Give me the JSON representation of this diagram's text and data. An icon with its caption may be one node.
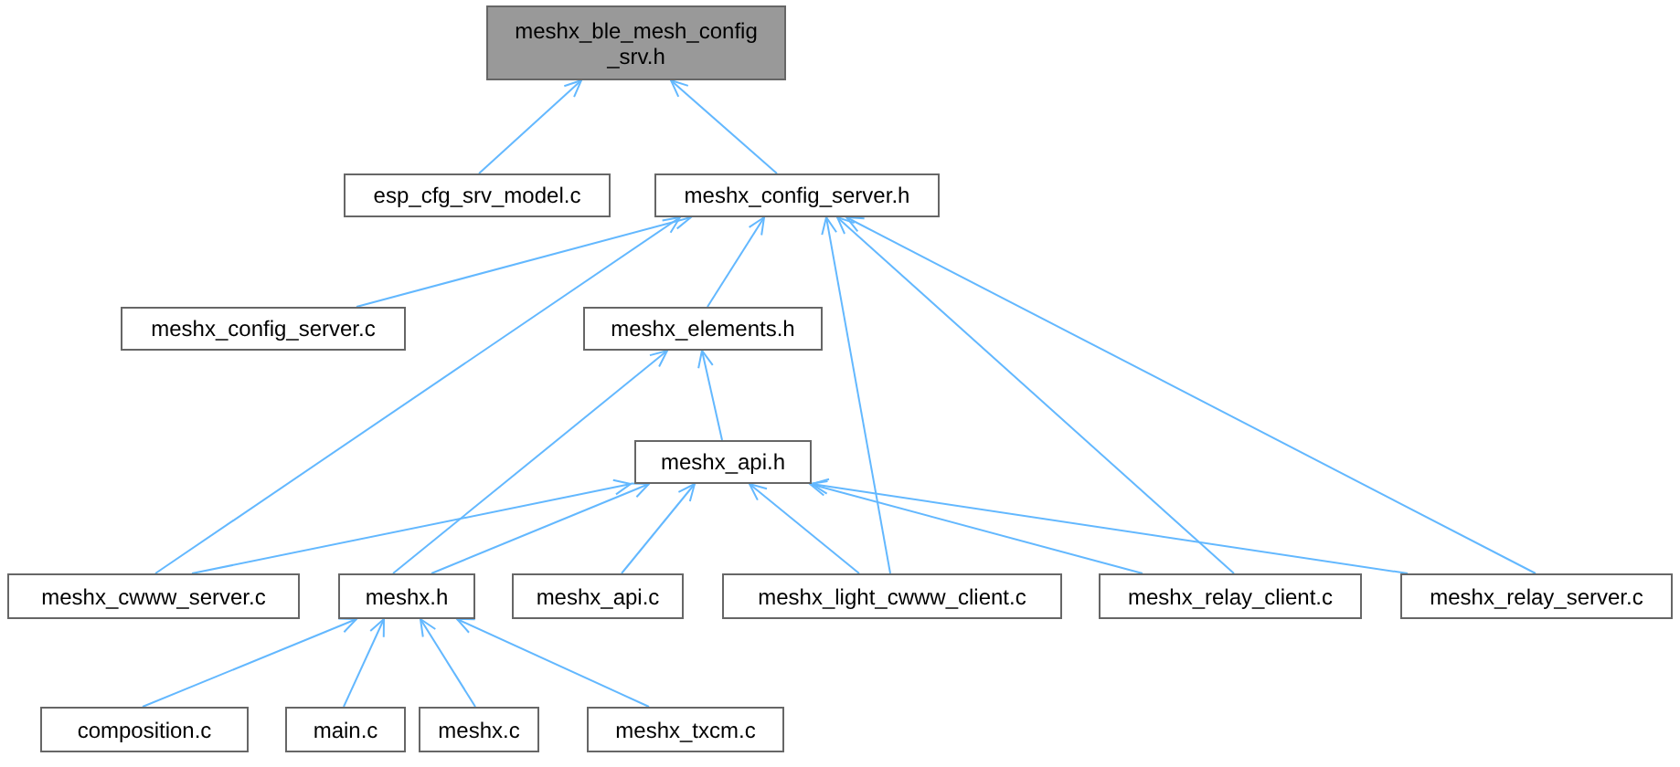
{
  "diagram": {
    "nodes": [
      {
        "text": [
          "meshx_ble_mesh_config_srv.h"
        ]
      },
      {
        "text": [
          "esp_cfg_srv_model.c"
        ]
      },
      {
        "text": [
          "meshx_config_server.h"
        ]
      },
      {
        "text": [
          "meshx_config_server.c"
        ]
      },
      {
        "text": [
          "meshx_elements.h"
        ]
      },
      {
        "text": [
          "meshx_api.h"
        ]
      },
      {
        "text": [
          "meshx_cwww_server.c"
        ]
      },
      {
        "text": [
          "meshx.h"
        ]
      },
      {
        "text": [
          "meshx_api.c"
        ]
      },
      {
        "text": [
          "meshx_light_cwww_client.c"
        ]
      },
      {
        "text": [
          "meshx_relay_client.c"
        ]
      },
      {
        "text": [
          "meshx_relay_server.c"
        ]
      },
      {
        "text": [
          "composition.c"
        ]
      },
      {
        "text": [
          "main.c"
        ]
      },
      {
        "text": [
          "meshx.c"
        ]
      },
      {
        "text": [
          "meshx_txcm.c"
        ]
      }
    ],
    "edges": [
      {
        "from": 1,
        "to": 0,
        "arrow": "to"
      },
      {
        "from": 2,
        "to": 0,
        "arrow": "to"
      },
      {
        "from": 3,
        "to": 2,
        "arrow": "to"
      },
      {
        "from": 4,
        "to": 2,
        "arrow": "to"
      },
      {
        "from": 6,
        "to": 2,
        "arrow": "to"
      },
      {
        "from": 9,
        "to": 2,
        "arrow": "to"
      },
      {
        "from": 10,
        "to": 2,
        "arrow": "to"
      },
      {
        "from": 11,
        "to": 2,
        "arrow": "to"
      },
      {
        "from": 5,
        "to": 4,
        "arrow": "to"
      },
      {
        "from": 7,
        "to": 4,
        "arrow": "to"
      },
      {
        "from": 6,
        "to": 5,
        "arrow": "to"
      },
      {
        "from": 7,
        "to": 5,
        "arrow": "to"
      },
      {
        "from": 8,
        "to": 5,
        "arrow": "to"
      },
      {
        "from": 9,
        "to": 5,
        "arrow": "to"
      },
      {
        "from": 10,
        "to": 5,
        "arrow": "to"
      },
      {
        "from": 11,
        "to": 5,
        "arrow": "to"
      },
      {
        "from": 12,
        "to": 7,
        "arrow": "to"
      },
      {
        "from": 13,
        "to": 7,
        "arrow": "to"
      },
      {
        "from": 14,
        "to": 7,
        "arrow": "to"
      },
      {
        "from": 15,
        "to": 7,
        "arrow": "to"
      }
    ]
  }
}
